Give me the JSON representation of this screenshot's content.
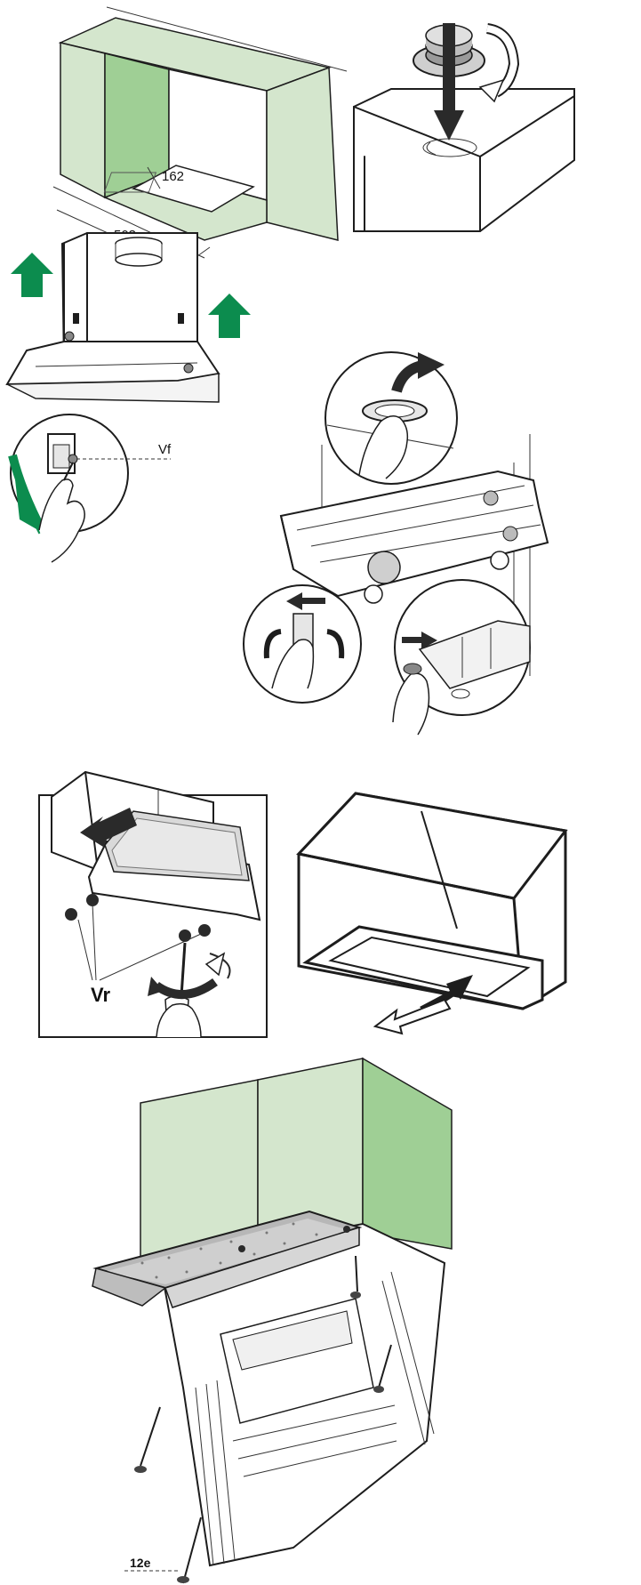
{
  "labels": {
    "dim_width": "503",
    "dim_depth": "162",
    "screw_vf": "Vf",
    "screw_vr": "Vr",
    "screw_code": "12e"
  },
  "colors": {
    "wall_green": "#d4e6cd",
    "wall_green_dark": "#9fcf95",
    "arrow_green": "#0c8c4e",
    "outline": "#1d1d1d"
  },
  "icons": [
    "rotate-arrow-icon",
    "down-arrow-icon",
    "up-arrow-icon",
    "left-arrow-icon",
    "right-arrow-icon",
    "hand-icon",
    "screwdriver-icon"
  ]
}
